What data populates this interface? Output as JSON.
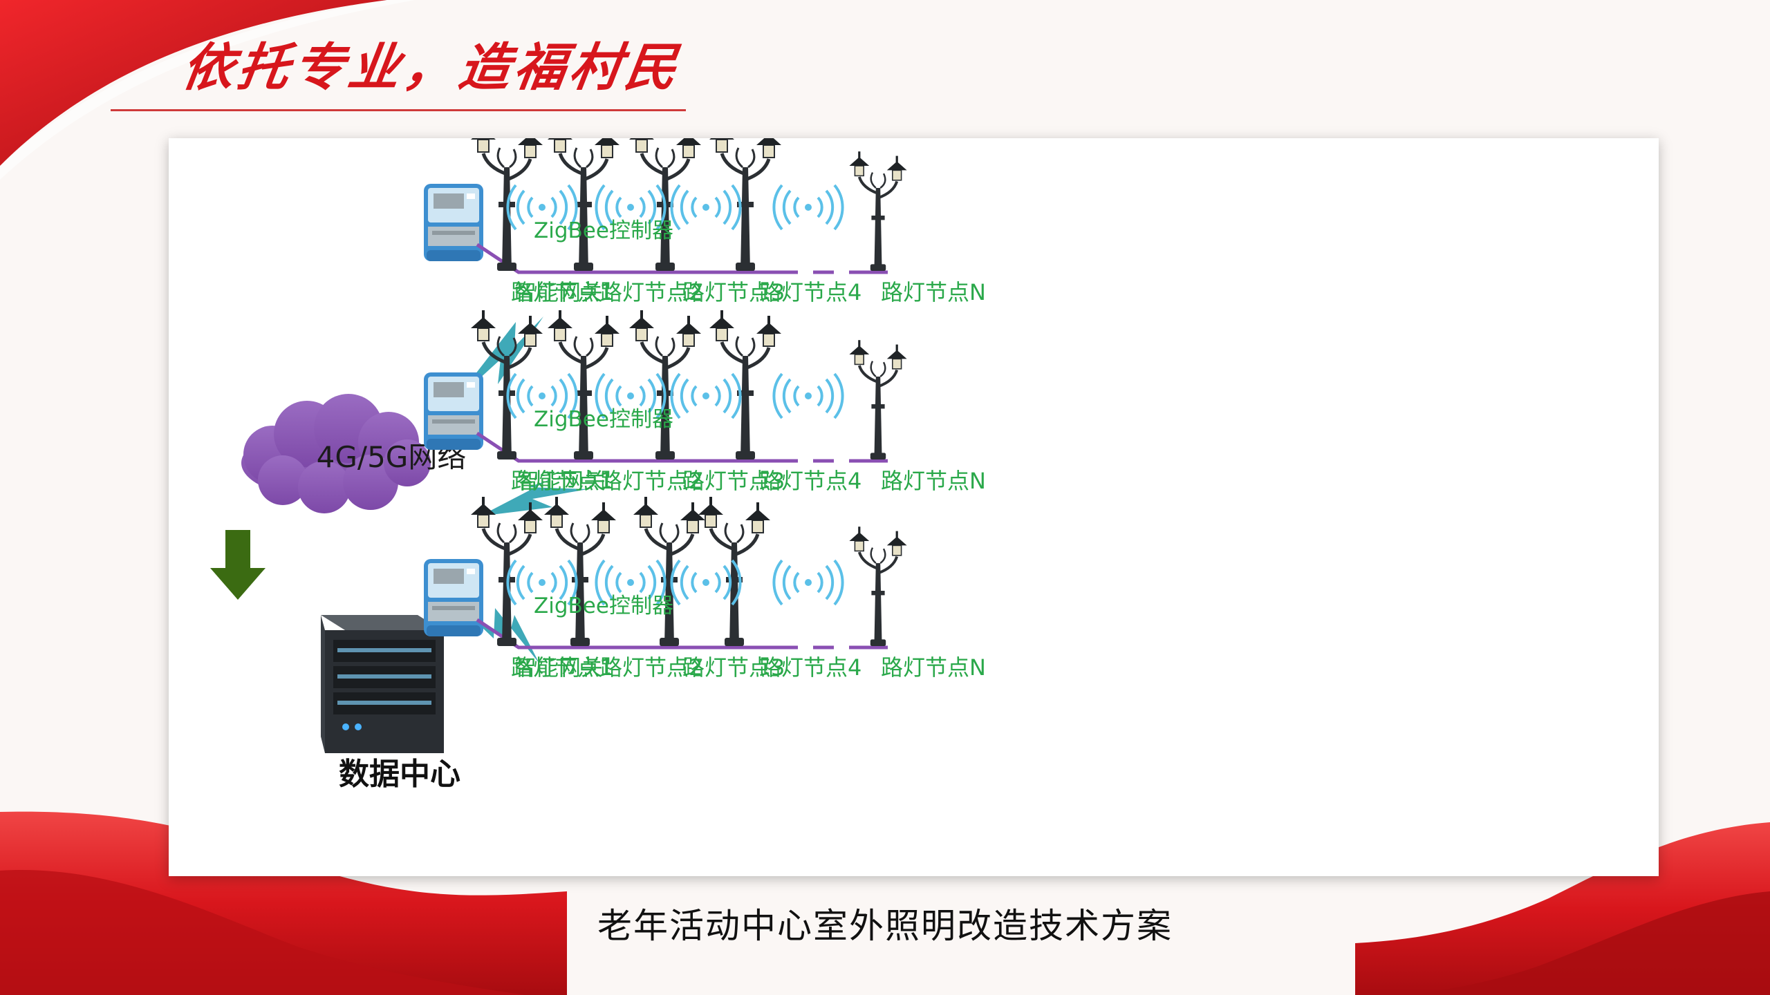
{
  "slide": {
    "slogan": "依托专业，造福村民",
    "caption": "老年活动中心室外照明改造技术方案"
  },
  "diagram": {
    "network_label": "4G/5G网络",
    "datacenter_label": "数据中心",
    "gateway_label": "智能网关",
    "controller_label": "ZigBee控制器",
    "node_labels": [
      "路灯节点1",
      "路灯节点2",
      "路灯节点3",
      "路灯节点4",
      "路灯节点N"
    ],
    "rows": 3,
    "colors": {
      "bus_line": "#8a4fb3",
      "label_green": "#2aa84a",
      "cloud": "#8c5ab0",
      "lightning": "#3fa9b8",
      "arrow": "#3b6b12",
      "wifi": "#5bc0e8",
      "accent_red": "#d7161c"
    },
    "icons": [
      "cloud-icon",
      "server-icon",
      "gateway-meter-icon",
      "street-lamp-icon",
      "wifi-signal-icon",
      "lightning-icon",
      "down-arrow-icon"
    ]
  }
}
